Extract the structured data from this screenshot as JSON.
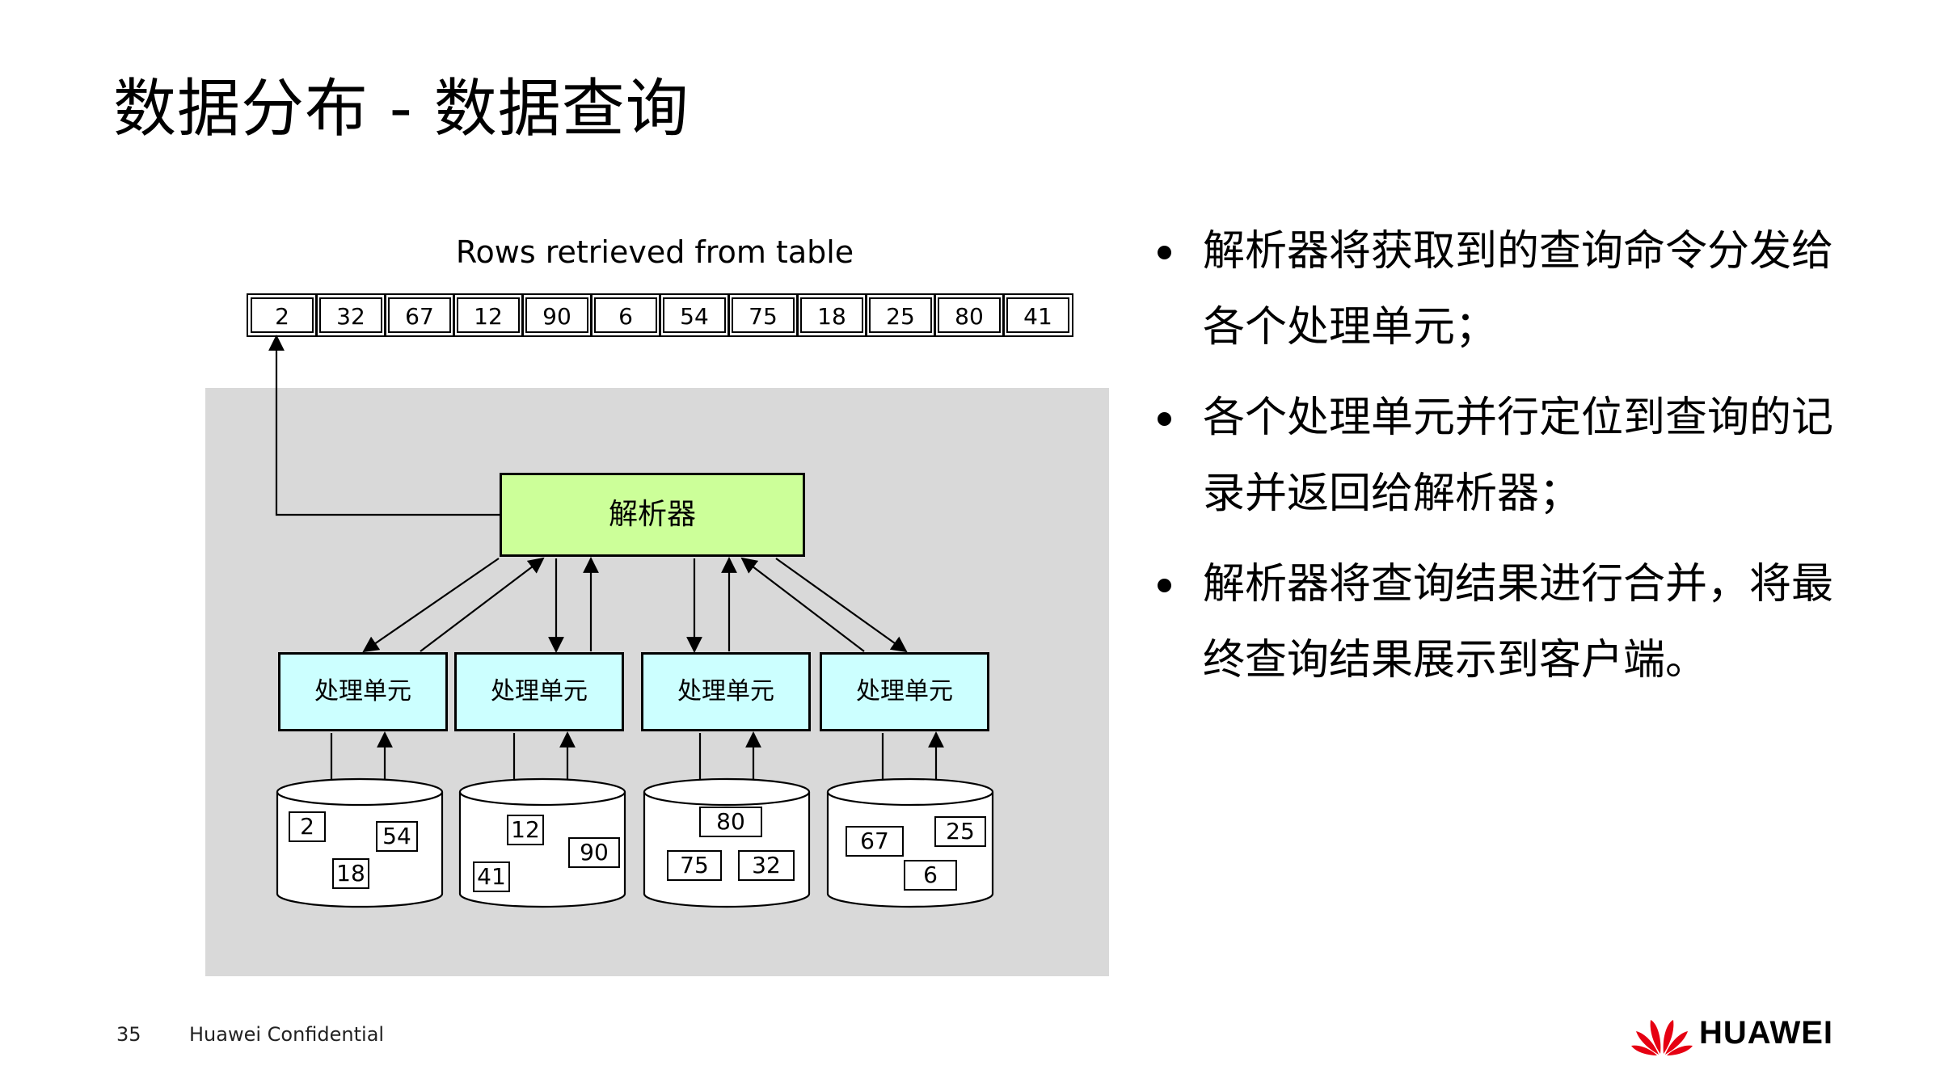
{
  "slide": {
    "title": "数据分布 - 数据查询",
    "page_number": "35",
    "confidential": "Huawei Confidential",
    "logo_text": "HUAWEI"
  },
  "diagram": {
    "rows_caption": "Rows retrieved from table",
    "rows": [
      "2",
      "32",
      "67",
      "12",
      "90",
      "6",
      "54",
      "75",
      "18",
      "25",
      "80",
      "41"
    ],
    "parser_label": "解析器",
    "units": [
      {
        "label": "处理单元",
        "db_values": [
          "2",
          "54",
          "18"
        ]
      },
      {
        "label": "处理单元",
        "db_values": [
          "12",
          "90",
          "41"
        ]
      },
      {
        "label": "处理单元",
        "db_values": [
          "80",
          "75",
          "32"
        ]
      },
      {
        "label": "处理单元",
        "db_values": [
          "67",
          "25",
          "6"
        ]
      }
    ],
    "colors": {
      "background": "#d9d9d9",
      "parser_fill": "#ccff99",
      "unit_fill": "#ccffff",
      "logo_red": "#e60012"
    }
  },
  "bullets": [
    "解析器将获取到的查询命令分发给各个处理单元；",
    "各个处理单元并行定位到查询的记录并返回给解析器；",
    "解析器将查询结果进行合并，将最终查询结果展示到客户端。"
  ]
}
